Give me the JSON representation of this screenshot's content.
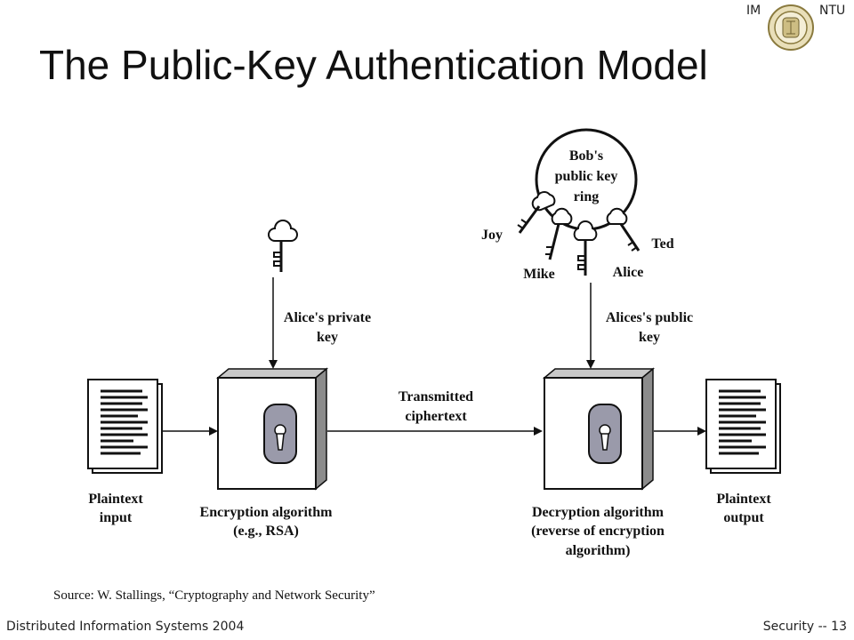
{
  "header": {
    "left": "IM",
    "right": "NTU"
  },
  "title": "The Public-Key Authentication Model",
  "diagram": {
    "ring_label": [
      "Bob's",
      "public key",
      "ring"
    ],
    "key_holders": {
      "joy": "Joy",
      "mike": "Mike",
      "alice": "Alice",
      "ted": "Ted"
    },
    "private_key_label": [
      "Alice's private",
      "key"
    ],
    "public_key_label": [
      "Alices's public",
      "key"
    ],
    "transmitted_label": [
      "Transmitted",
      "ciphertext"
    ],
    "plaintext_input": [
      "Plaintext",
      "input"
    ],
    "plaintext_output": [
      "Plaintext",
      "output"
    ],
    "encryption_label": [
      "Encryption algorithm",
      "(e.g., RSA)"
    ],
    "decryption_label": [
      "Decryption algorithm",
      "(reverse of encryption",
      "algorithm)"
    ]
  },
  "source": "Source: W. Stallings, “Cryptography and Network Security”",
  "footer": {
    "left": "Distributed Information Systems 2004",
    "right": "Security -- 13"
  }
}
